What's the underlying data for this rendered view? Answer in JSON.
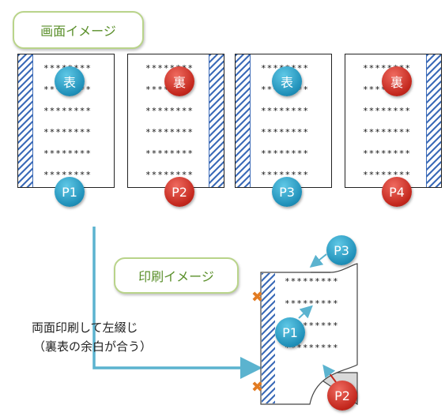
{
  "screen_label": "画面イメージ",
  "print_label": "印刷イメージ",
  "line_text": "********",
  "print_line_text": "*********",
  "pages": [
    {
      "page_label": "P1",
      "side_label": "表",
      "side_color": "blue",
      "page_color": "blue",
      "binding": "left"
    },
    {
      "page_label": "P2",
      "side_label": "裏",
      "side_color": "red",
      "page_color": "red",
      "binding": "right"
    },
    {
      "page_label": "P3",
      "side_label": "表",
      "side_color": "blue",
      "page_color": "blue",
      "binding": "left"
    },
    {
      "page_label": "P4",
      "side_label": "裏",
      "side_color": "red",
      "page_color": "red",
      "binding": "right"
    }
  ],
  "flow_text_1": "両面印刷して左綴じ",
  "flow_text_2": "（裏表の余白が合う）",
  "print_badges": {
    "front_top": "P3",
    "front": "P1",
    "back": "P2"
  },
  "colors": {
    "blue": "#1f8fb8",
    "red": "#c2261c",
    "arrow": "#5bb3cf",
    "label_border": "#b9d48a",
    "label_text": "#5a8f2a",
    "stripe": "#3c6bb8",
    "cross": "#e27b22"
  }
}
